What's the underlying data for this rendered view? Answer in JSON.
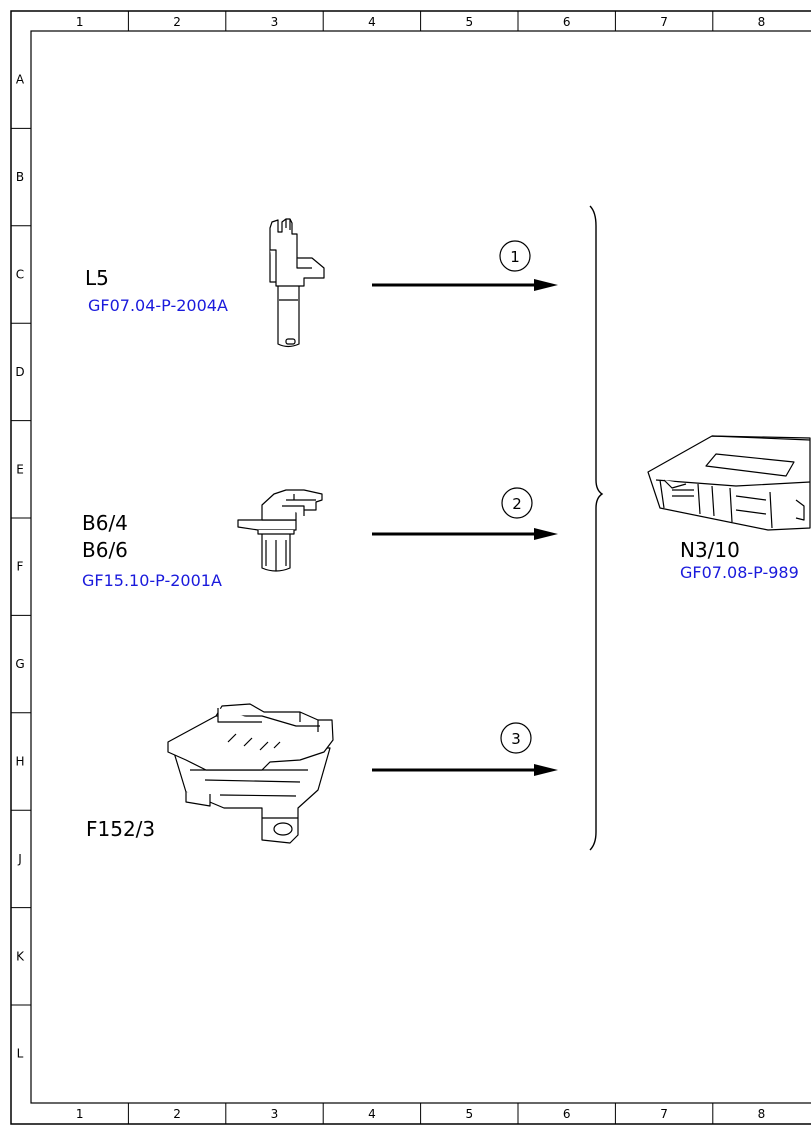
{
  "grid": {
    "columns": [
      "1",
      "2",
      "3",
      "4",
      "5",
      "6",
      "7",
      "8"
    ],
    "rows": [
      "A",
      "B",
      "C",
      "D",
      "E",
      "F",
      "G",
      "H",
      "J",
      "K",
      "L"
    ]
  },
  "components": [
    {
      "label": "L5",
      "ref": "GF07.04-P-2004A"
    },
    {
      "label_1": "B6/4",
      "label_2": "B6/6",
      "ref": "GF15.10-P-2001A"
    },
    {
      "label": "F152/3"
    },
    {
      "label": "N3/10",
      "ref": "GF07.08-P-989"
    }
  ],
  "signals": [
    {
      "number": "1"
    },
    {
      "number": "2"
    },
    {
      "number": "3"
    }
  ]
}
